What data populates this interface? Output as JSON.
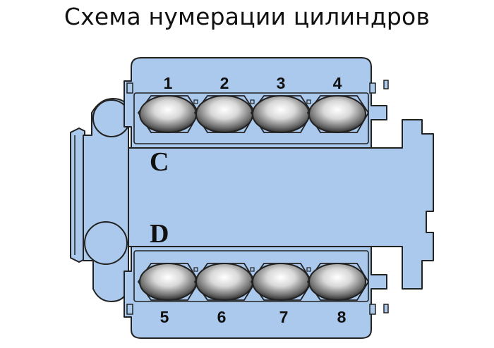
{
  "title": "Схема нумерации цилиндров",
  "banks": [
    {
      "label": "C",
      "cylinders": [
        "1",
        "2",
        "3",
        "4"
      ]
    },
    {
      "label": "D",
      "cylinders": [
        "5",
        "6",
        "7",
        "8"
      ]
    }
  ],
  "colors": {
    "block_fill": "#abc9ec",
    "outline": "#222222",
    "background": "#ffffff"
  }
}
